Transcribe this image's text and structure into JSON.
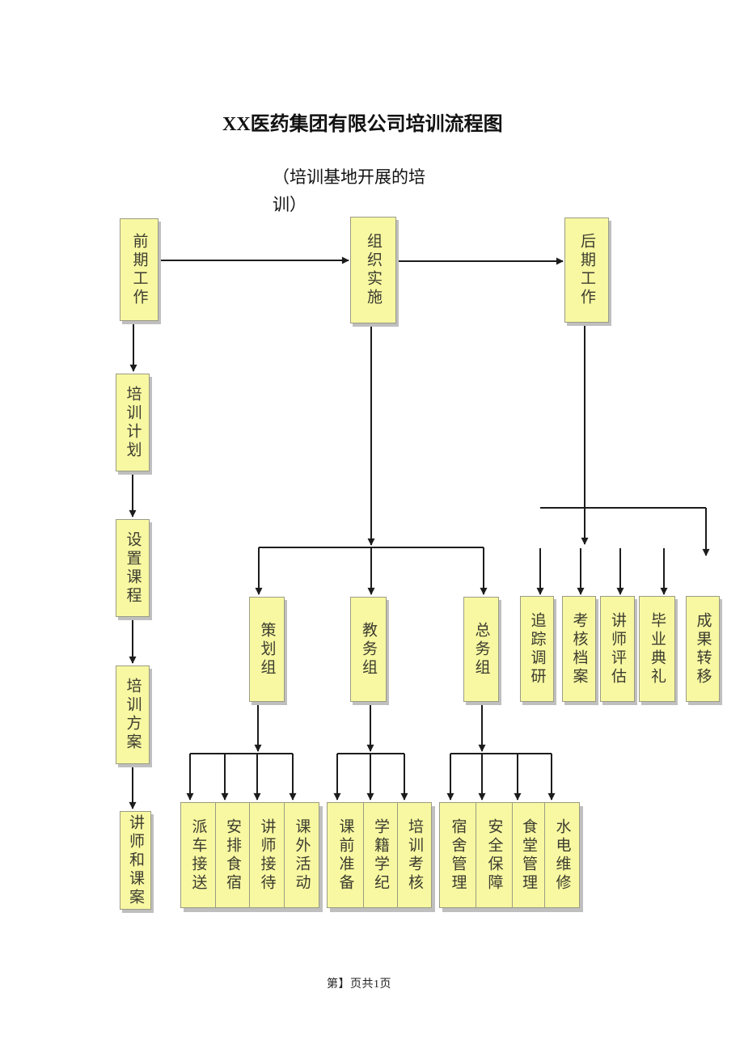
{
  "page": {
    "title": "XX医药集团有限公司培训流程图",
    "subtitle_line1": "（培训基地开展的培",
    "subtitle_line2": "训）",
    "footer": "第】页共1页"
  },
  "colors": {
    "box_fill": "#f8f8a2",
    "box_border": "#9b9b85",
    "box_shadow": "#bfbfbf",
    "line": "#1c1c1c",
    "text": "#3c3c30",
    "page_background": "#ffffff"
  },
  "diagram": {
    "nodes": [
      {
        "id": "qianqi-gongzuo",
        "label": "前期工作"
      },
      {
        "id": "zuzhi-shishi",
        "label": "组织实施"
      },
      {
        "id": "houqi-gongzuo",
        "label": "后期工作"
      },
      {
        "id": "peixun-jihua",
        "label": "培训计划"
      },
      {
        "id": "shezhi-kecheng",
        "label": "设置课程"
      },
      {
        "id": "peixun-fangan",
        "label": "培训方案"
      },
      {
        "id": "jiangshi-he-kean",
        "label": "讲师和课案"
      },
      {
        "id": "cehua-zu",
        "label": "策划组"
      },
      {
        "id": "jiaowu-zu",
        "label": "教务组"
      },
      {
        "id": "zongwu-zu",
        "label": "总务组"
      },
      {
        "id": "zhuizong-diaoyan",
        "label": "追踪调研"
      },
      {
        "id": "kaohe-dangan",
        "label": "考核档案"
      },
      {
        "id": "jiangshi-pinggu",
        "label": "讲师评估"
      },
      {
        "id": "biye-dianli",
        "label": "毕业典礼"
      },
      {
        "id": "chengguo-zhuanyi",
        "label": "成果转移"
      }
    ],
    "strips": [
      {
        "id": "cehua-tasks",
        "cells": [
          {
            "id": "paiche-jiesong",
            "label": "派车接送"
          },
          {
            "id": "anpai-shisu",
            "label": "安排食宿"
          },
          {
            "id": "jiangshi-jiedai",
            "label": "讲师接待"
          },
          {
            "id": "kewai-huodong",
            "label": "课外活动"
          }
        ]
      },
      {
        "id": "jiaowu-tasks",
        "cells": [
          {
            "id": "keqian-zhunbei",
            "label": "课前准备"
          },
          {
            "id": "xueji-xueji",
            "label": "学籍学纪"
          },
          {
            "id": "peixun-kaohe",
            "label": "培训考核"
          }
        ]
      },
      {
        "id": "zongwu-tasks",
        "cells": [
          {
            "id": "sushe-guanli",
            "label": "宿舍管理"
          },
          {
            "id": "anquan-baozhang",
            "label": "安全保障"
          },
          {
            "id": "shitang-guanli",
            "label": "食堂管理"
          },
          {
            "id": "shuidian-weixiu",
            "label": "水电维修"
          }
        ]
      }
    ]
  }
}
